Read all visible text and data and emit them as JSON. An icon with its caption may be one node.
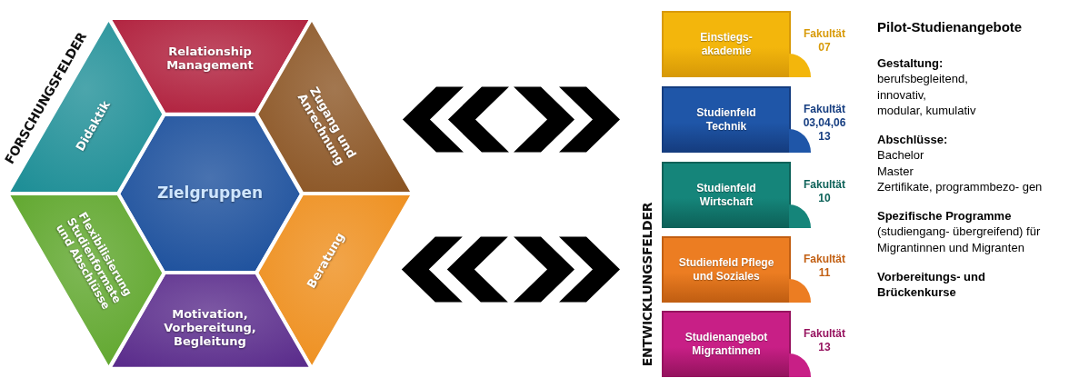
{
  "diagram": {
    "nodes": [
      {
        "text": [
          "Zielgruppen"
        ]
      },
      {
        "text": [
          "Relationship Management"
        ]
      },
      {
        "text": [
          "Zugang und Anrechnung"
        ]
      },
      {
        "text": [
          "Beratung"
        ]
      },
      {
        "text": [
          "Motivation, Vorbereitung, Begleitung"
        ]
      },
      {
        "text": [
          "Flexibilisierung Studienformate und Abschlüsse"
        ]
      },
      {
        "text": [
          "Didaktik"
        ]
      },
      {
        "text": [
          "Einstiegs- akademie"
        ],
        "beside": [
          "Fakultät 07"
        ]
      },
      {
        "text": [
          "Studienfeld Technik"
        ],
        "beside": [
          "Fakultät 03,04,06 13"
        ]
      },
      {
        "text": [
          "Studienfeld Wirtschaft"
        ],
        "beside": [
          "Fakultät 10"
        ]
      },
      {
        "text": [
          "Studienfeld Pflege und Soziales"
        ],
        "beside": [
          "Fakultät 11"
        ]
      },
      {
        "text": [
          "Studienangebot Migrantinnen"
        ],
        "beside": [
          "Fakultät 13"
        ]
      }
    ],
    "edges": [
      {
        "from": 2,
        "to": 8,
        "arrow": "both"
      },
      {
        "from": 3,
        "to": 10,
        "arrow": "both"
      }
    ],
    "labels": [
      "FORSCHUNGSFELDER",
      "ENTWICKLUNGSFELDER",
      "Pilot-Studienangebote",
      "Gestaltung:",
      "berufsbegleitend,",
      "innovativ,",
      "modular, kumulativ",
      "Abschlüsse:",
      "Bachelor",
      "Master",
      "Zertifikate, programmbezo- gen",
      "**Spezifische Programme** (studiengang- übergreifend) für Migrantinnen und Migranten",
      "Vorbereitungs- und Brückenkurse"
    ]
  }
}
